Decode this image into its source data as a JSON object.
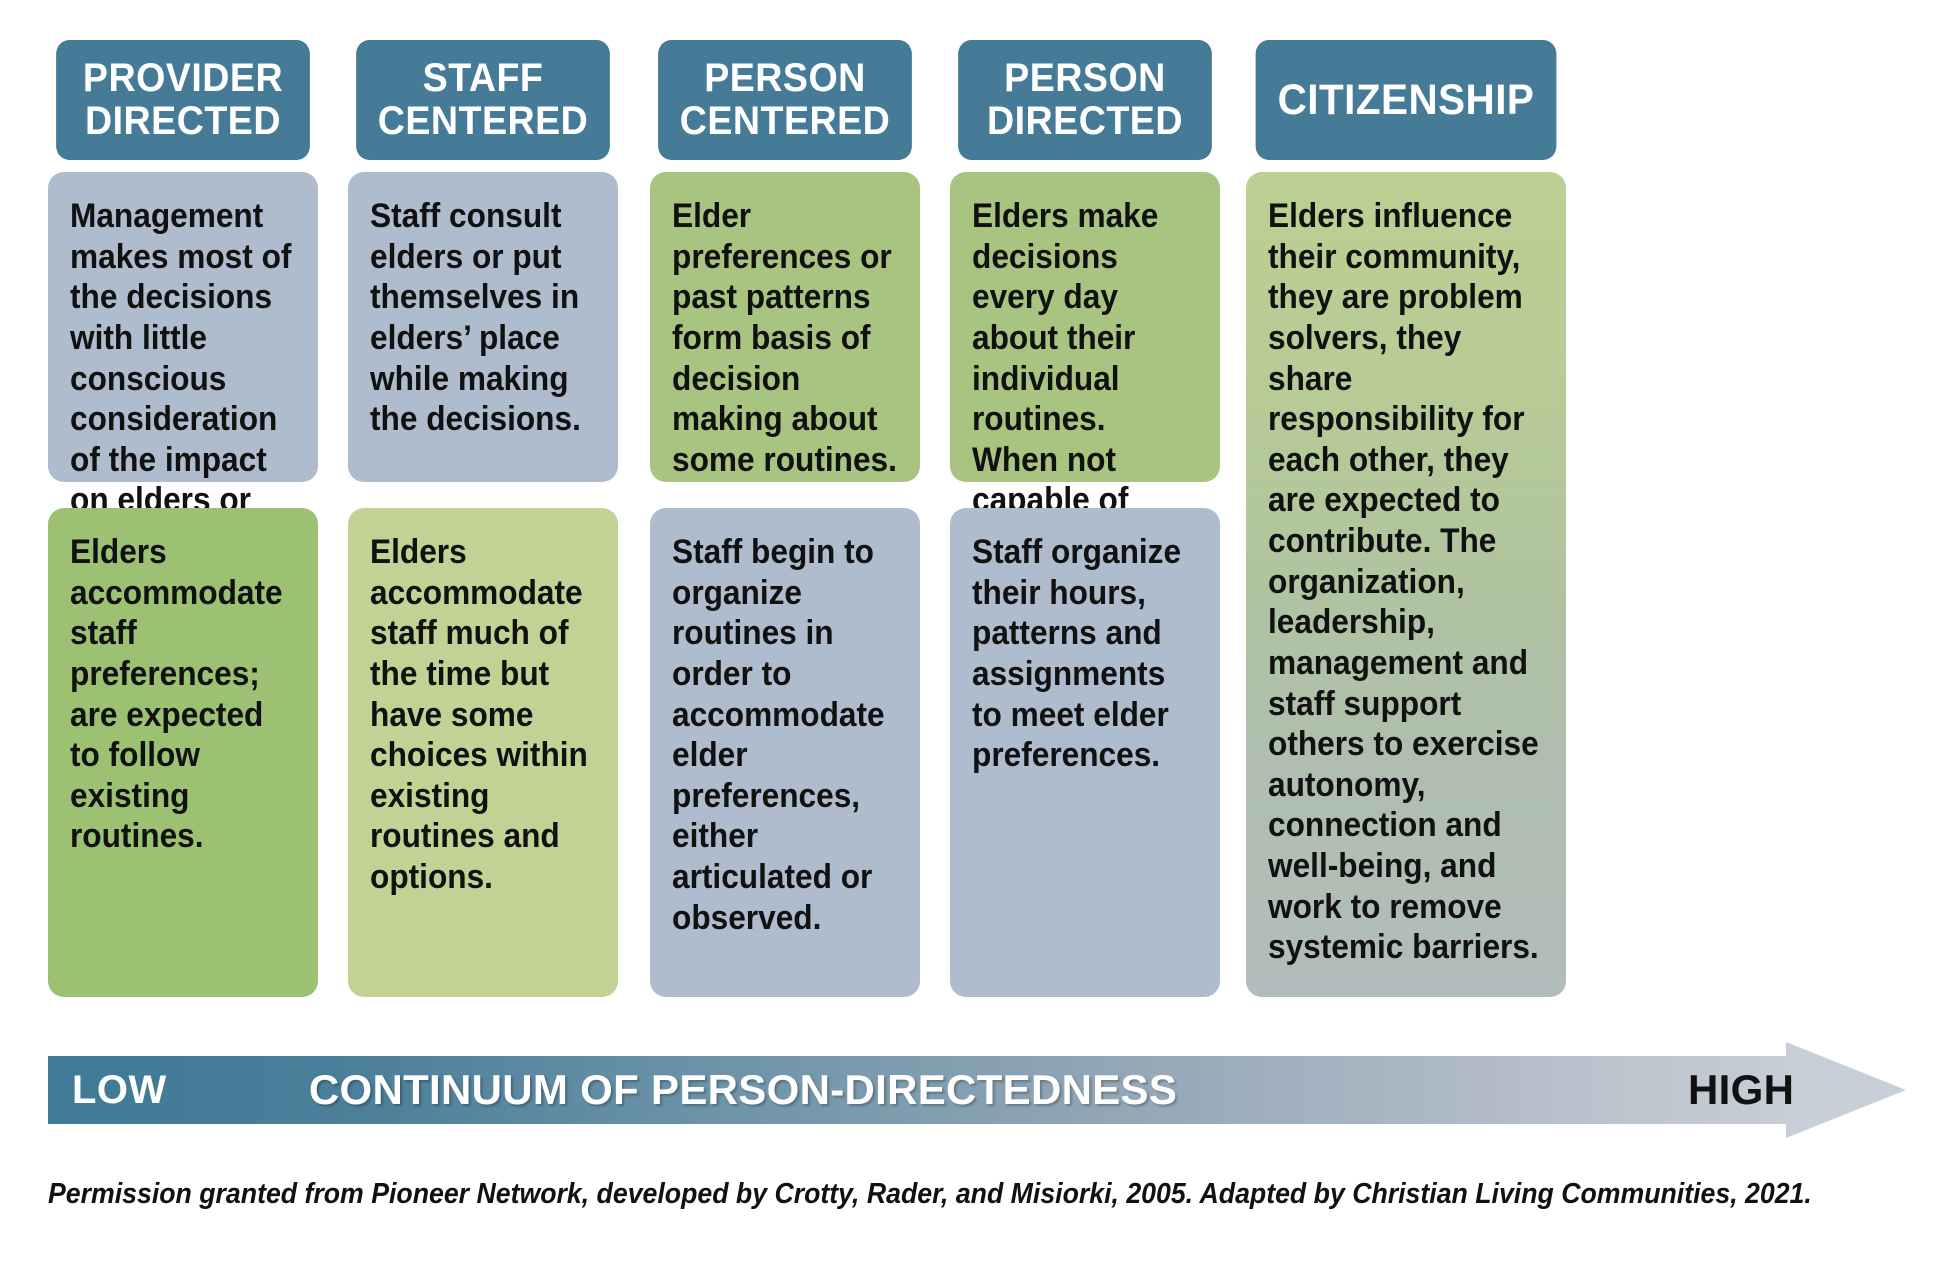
{
  "title": "Continuum of Person-Directedness",
  "colors": {
    "header_blue": "#457B97",
    "card_blue_gray": "#AEBCCD",
    "card_green": "#A9C481",
    "card_green_dark": "#9CC173",
    "card_green_light": "#C2D295",
    "text": "#111111",
    "header_text": "#FFFFFF"
  },
  "columns": [
    {
      "header_line1": "PROVIDER",
      "header_line2": "DIRECTED",
      "row1": "Management makes most of the decisions with little conscious consideration of the impact on elders or staff.",
      "row1_style": "blue",
      "row2": "Elders accommodate staff preferences; are expected to follow existing routines.",
      "row2_style": "green-dark"
    },
    {
      "header_line1": "STAFF",
      "header_line2": "CENTERED",
      "row1": "Staff consult elders or put themselves in elders’ place while making the decisions.",
      "row1_style": "blue",
      "row2": "Elders accommodate staff much of the time but have some choices within existing routines and options.",
      "row2_style": "green-light"
    },
    {
      "header_line1": "PERSON",
      "header_line2": "CENTERED",
      "row1": "Elder preferences or past patterns form basis of decision making about some routines.",
      "row1_style": "green",
      "row2": "Staff begin to organize routines in order to accommodate elder preferences, either articulated or observed.",
      "row2_style": "blue"
    },
    {
      "header_line1": "PERSON",
      "header_line2": "DIRECTED",
      "row1": "Elders make decisions every day about their individual routines. When not capable of articulating needs, staff honor observed preferences and habits.",
      "row1_style": "green",
      "row2": "Staff organize their hours, patterns and assignments to meet elder preferences.",
      "row2_style": "blue"
    },
    {
      "header_line1": "CITIZENSHIP",
      "header_line2": "",
      "full": "Elders influence their community, they are problem solvers, they share responsibility for each other, they are expected to contribute. The organization, leadership, management and staff support others to exercise autonomy, connection and well-being, and work to remove systemic barriers.",
      "full_style": "gradient"
    }
  ],
  "continuum": {
    "low_label": "LOW",
    "center_label": "CONTINUUM OF PERSON-DIRECTEDNESS",
    "high_label": "HIGH"
  },
  "footer": {
    "credit": "Permission granted from Pioneer Network, developed by Crotty, Rader, and Misiorki, 2005. Adapted by Christian Living Communities, 2021."
  }
}
